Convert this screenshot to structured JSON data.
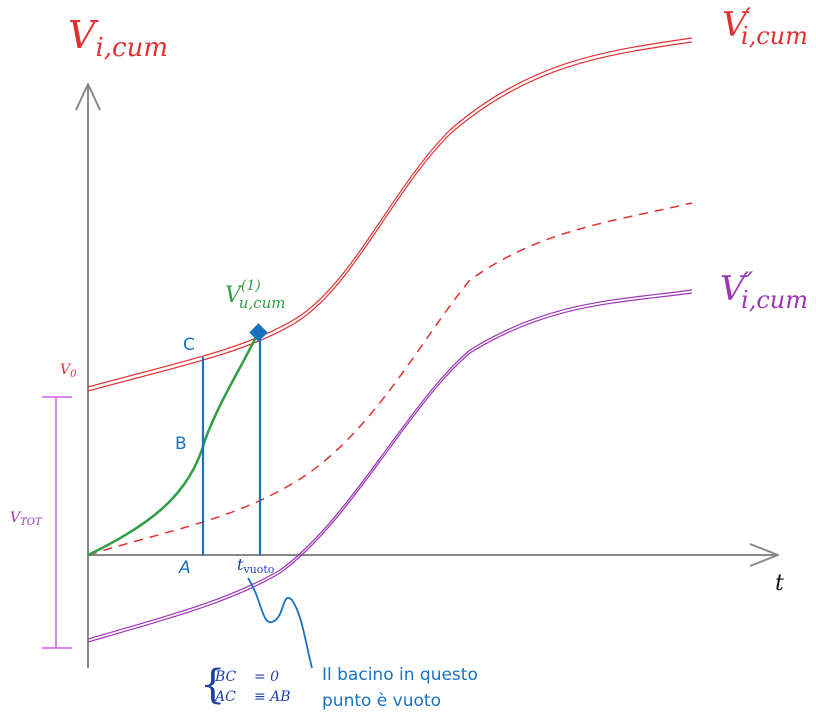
{
  "colors": {
    "axis": "#888888",
    "upper_curve": "#e03131",
    "lower_curve": "#9c36b5",
    "green_curve": "#2f9e44",
    "blue": "#1971c2",
    "dark_blue": "#1c3faa"
  },
  "labels": {
    "y_axis": {
      "main": "V",
      "sub": "i,cum"
    },
    "x_axis": "t",
    "upper_curve": {
      "main": "V",
      "prime": "′",
      "sub": "i,cum"
    },
    "lower_curve": {
      "main": "V",
      "prime": "″",
      "sub": "i,cum"
    },
    "green_curve": {
      "main": "V",
      "sup": "(1)",
      "sub": "u,cum"
    },
    "v0": {
      "main": "V",
      "sub": "0"
    },
    "vtot": {
      "main": "V",
      "sub": "TOT"
    },
    "point_c": "C",
    "point_b": "B",
    "point_a": "A",
    "t_vuoto": {
      "main": "t",
      "sub": "vuoto"
    },
    "eq_row1": {
      "lhs": "BC",
      "op": "= 0"
    },
    "eq_row2": {
      "lhs": "AC",
      "op": "≡ AB"
    },
    "note_line1": "Il bacino in questo",
    "note_line2": "punto è vuoto"
  }
}
